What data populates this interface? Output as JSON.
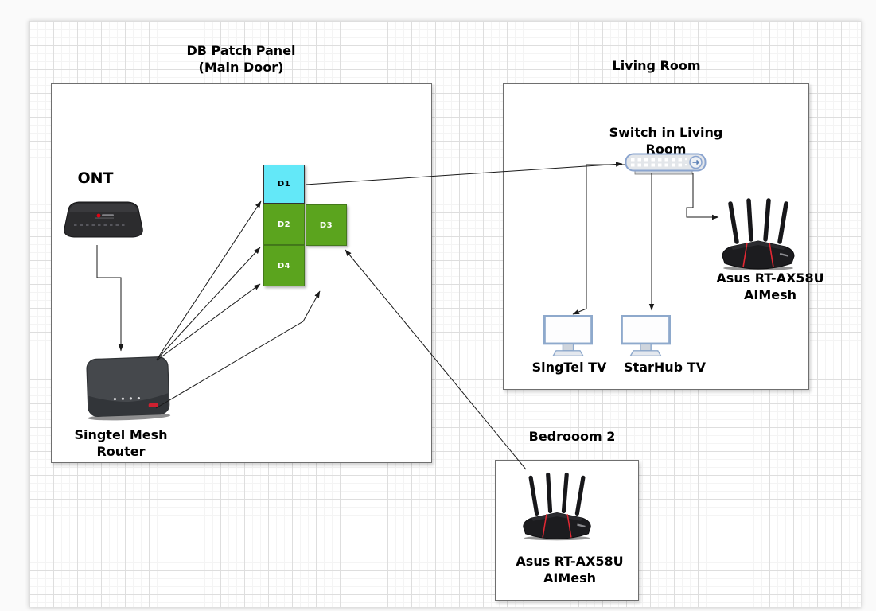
{
  "diagram": {
    "areas": {
      "patch_panel": {
        "title_line1": "DB Patch Panel",
        "title_line2": "(Main Door)"
      },
      "living_room": {
        "title": "Living Room"
      },
      "bedroom2": {
        "title": "Bedrooom 2"
      }
    },
    "nodes": {
      "ont": {
        "label": "ONT"
      },
      "singtel_router": {
        "label_line1": "Singtel Mesh",
        "label_line2": "Router"
      },
      "switch": {
        "label_line1": "Switch in Living",
        "label_line2": "Room"
      },
      "asus_living": {
        "label_line1": "Asus RT-AX58U",
        "label_line2": "AIMesh"
      },
      "asus_bedroom": {
        "label_line1": "Asus RT-AX58U",
        "label_line2": "AIMesh"
      },
      "singtel_tv": {
        "label": "SingTel TV"
      },
      "starhub_tv": {
        "label": "StarHub TV"
      }
    },
    "ports": [
      {
        "id": "D1",
        "fill": "#63e8f8",
        "text_color": "#000000"
      },
      {
        "id": "D2",
        "fill": "#5ba41e",
        "text_color": "#ffffff"
      },
      {
        "id": "D3",
        "fill": "#5ba41e",
        "text_color": "#ffffff"
      },
      {
        "id": "D4",
        "fill": "#5ba41e",
        "text_color": "#ffffff"
      }
    ],
    "connections": [
      {
        "from": "ONT",
        "to": "Singtel Mesh Router"
      },
      {
        "from": "Singtel Mesh Router",
        "to": "D1"
      },
      {
        "from": "Singtel Mesh Router",
        "to": "D2"
      },
      {
        "from": "Singtel Mesh Router",
        "to": "D3"
      },
      {
        "from": "Singtel Mesh Router",
        "to": "D4"
      },
      {
        "from": "Asus RT-AX58U AIMesh (Bedrooom 2)",
        "to": "D3"
      },
      {
        "from": "D1",
        "to": "Switch in Living Room"
      },
      {
        "from": "Switch in Living Room",
        "to": "SingTel TV"
      },
      {
        "from": "Switch in Living Room",
        "to": "StarHub TV"
      },
      {
        "from": "Switch in Living Room",
        "to": "Asus RT-AX58U AIMesh (Living Room)"
      }
    ],
    "colors": {
      "edge": "#1a1a1a",
      "container_border": "#6f6f6f",
      "switch_border": "#8aa4cf",
      "router_accent_red": "#e22833",
      "logo_red": "#e60012"
    }
  }
}
